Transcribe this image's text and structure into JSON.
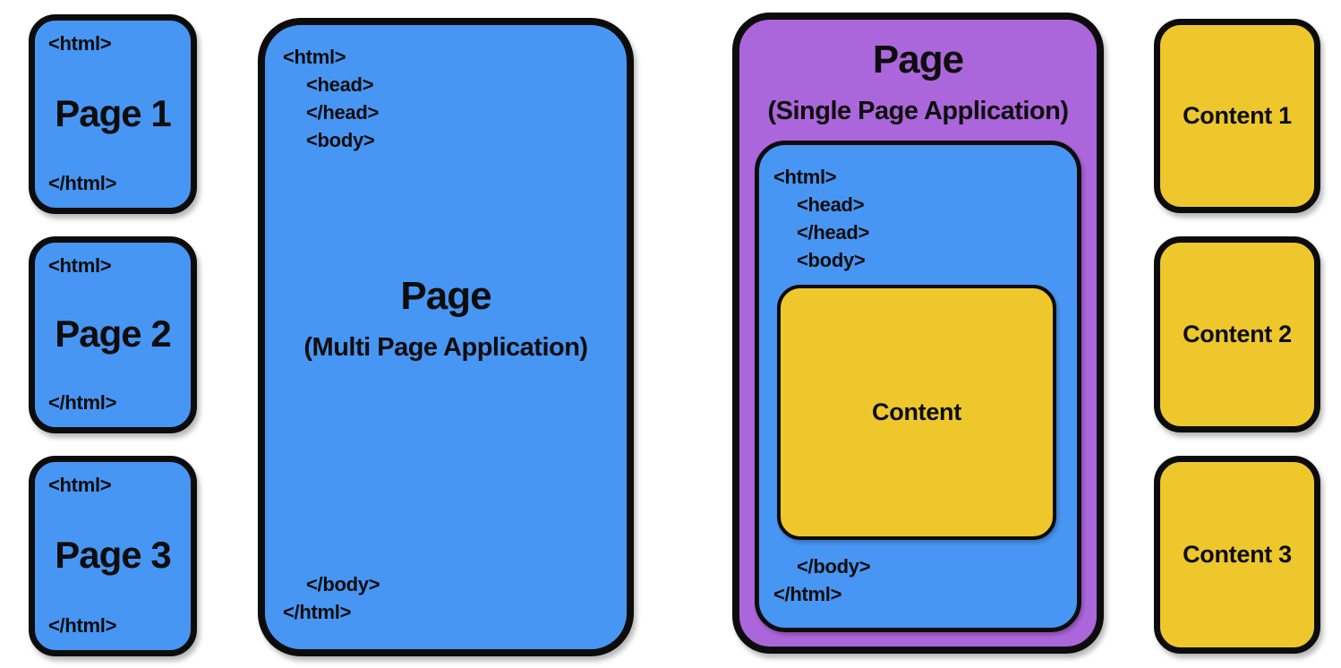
{
  "diagram": {
    "colors": {
      "page_fill": "#4896f3",
      "content_fill": "#eec72d",
      "spa_fill": "#ac66db",
      "outline": "#0c0c0c",
      "background": "#ffffff",
      "text": "#0d0d0d"
    },
    "mpa": {
      "pages": [
        {
          "open_tag": "<html>",
          "label": "Page 1",
          "close_tag": "</html>"
        },
        {
          "open_tag": "<html>",
          "label": "Page 2",
          "close_tag": "</html>"
        },
        {
          "open_tag": "<html>",
          "label": "Page 3",
          "close_tag": "</html>"
        }
      ],
      "document": {
        "top_tags": [
          "<html>",
          "<head>",
          "</head>",
          "<body>"
        ],
        "title": "Page",
        "subtitle": "(Multi Page Application)",
        "bottom_tags": [
          "</body>",
          "</html>"
        ]
      }
    },
    "spa": {
      "title": "Page",
      "subtitle": "(Single Page Application)",
      "document": {
        "top_tags": [
          "<html>",
          "<head>",
          "</head>",
          "<body>"
        ],
        "content_label": "Content",
        "bottom_tags": [
          "</body>",
          "</html>"
        ]
      },
      "contents": [
        {
          "label": "Content 1"
        },
        {
          "label": "Content 2"
        },
        {
          "label": "Content 3"
        }
      ]
    }
  }
}
